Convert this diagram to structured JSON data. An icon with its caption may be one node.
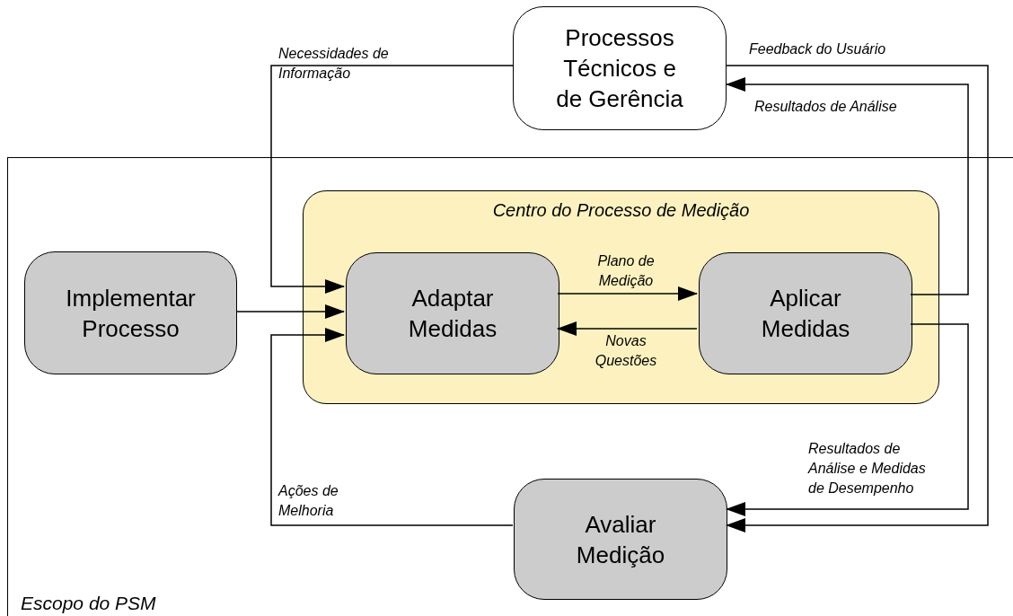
{
  "diagram": {
    "nodes": [
      {
        "text": [
          "Processos Técnicos e de Gerência"
        ]
      },
      {
        "text": [
          "Escopo do PSM"
        ]
      },
      {
        "text": [
          "Centro do Processo de Medição"
        ],
        "in": 1
      },
      {
        "text": [
          "Implementar Processo"
        ],
        "in": 1
      },
      {
        "text": [
          "Adaptar Medidas"
        ],
        "in": 2
      },
      {
        "text": [
          "Aplicar Medidas"
        ],
        "in": 2
      },
      {
        "text": [
          "Avaliar Medição"
        ],
        "in": 1
      }
    ],
    "edges": [
      {
        "from": 0,
        "to": 4,
        "arrow": "to",
        "label": "Necessidades de Informação"
      },
      {
        "from": 3,
        "to": 4,
        "arrow": "to"
      },
      {
        "from": 6,
        "to": 4,
        "arrow": "to",
        "label": "Ações de Melhoria"
      },
      {
        "from": 4,
        "to": 5,
        "arrow": "to",
        "label": "Plano de Medição"
      },
      {
        "from": 5,
        "to": 4,
        "arrow": "to",
        "label": "Novas Questões"
      },
      {
        "from": 5,
        "to": 0,
        "arrow": "to",
        "label": "Resultados de Análise"
      },
      {
        "from": 5,
        "to": 6,
        "arrow": "to",
        "label": "Resultados de Análise e Medidas de Desempenho"
      },
      {
        "from": 0,
        "to": 6,
        "arrow": "to",
        "label": "Feedback do Usuário"
      }
    ]
  }
}
